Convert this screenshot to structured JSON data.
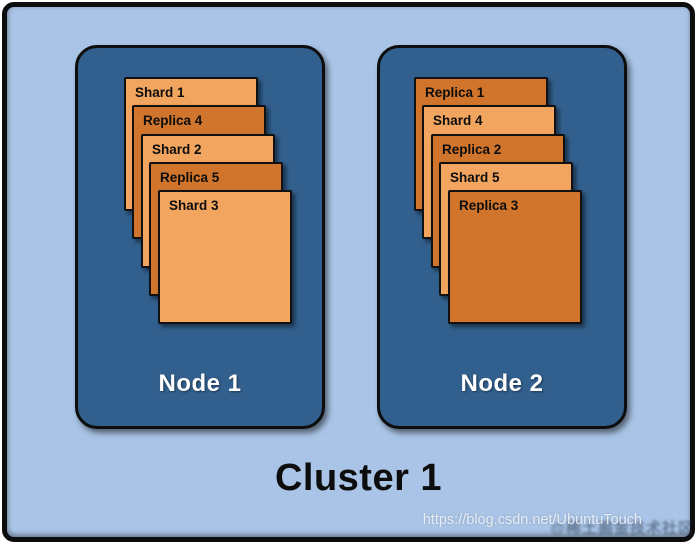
{
  "cluster": {
    "label": "Cluster 1",
    "nodes": [
      {
        "label": "Node 1",
        "cards": [
          {
            "label": "Shard 1",
            "type": "shard"
          },
          {
            "label": "Replica 4",
            "type": "replica"
          },
          {
            "label": "Shard 2",
            "type": "shard"
          },
          {
            "label": "Replica 5",
            "type": "replica"
          },
          {
            "label": "Shard 3",
            "type": "shard"
          }
        ]
      },
      {
        "label": "Node 2",
        "cards": [
          {
            "label": "Replica 1",
            "type": "replica"
          },
          {
            "label": "Shard 4",
            "type": "shard"
          },
          {
            "label": "Replica 2",
            "type": "replica"
          },
          {
            "label": "Shard 5",
            "type": "shard"
          },
          {
            "label": "Replica 3",
            "type": "replica"
          }
        ]
      }
    ]
  },
  "watermark": {
    "url_text": "https://blog.csdn.net/UbuntuTouch",
    "overlay_text": "@稀土掘金技术社区"
  },
  "colors": {
    "canvas_bg": "#a9c4e6",
    "node_bg": "#32608e",
    "shard_bg": "#f2a55f",
    "replica_bg": "#d0752b",
    "border": "#0d0d0d"
  }
}
